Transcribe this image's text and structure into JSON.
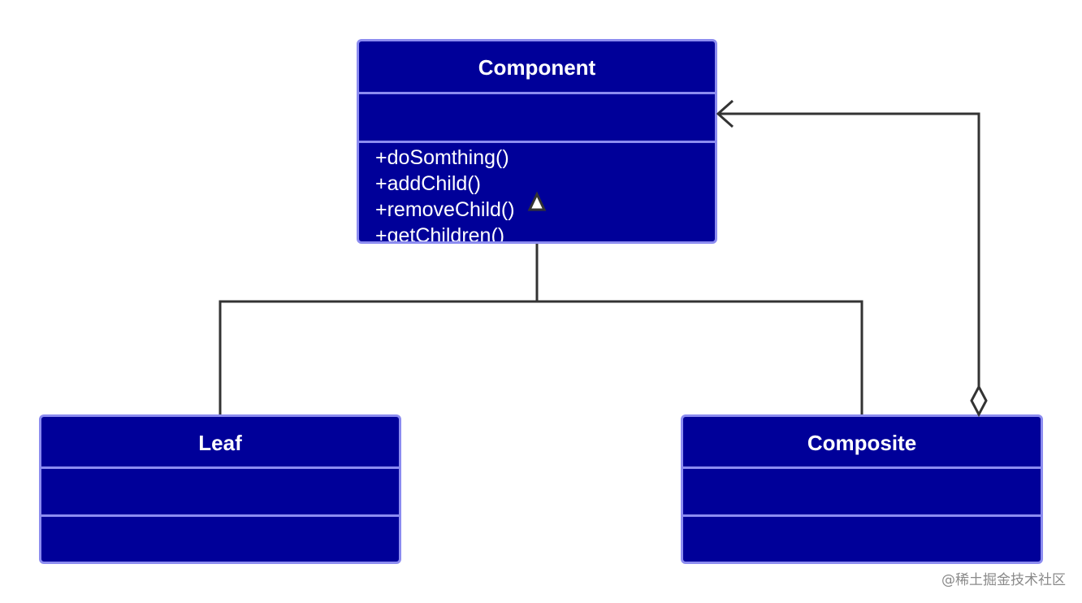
{
  "diagram": {
    "component": {
      "name": "Component",
      "methods": [
        "+doSomthing()",
        "+addChild()",
        "+removeChild()",
        "+getChildren()"
      ]
    },
    "leaf": {
      "name": "Leaf"
    },
    "composite": {
      "name": "Composite"
    },
    "colors": {
      "box_fill": "#000099",
      "box_border": "#8c8cf0",
      "line": "#333333"
    }
  },
  "watermark": "@稀土掘金技术社区"
}
